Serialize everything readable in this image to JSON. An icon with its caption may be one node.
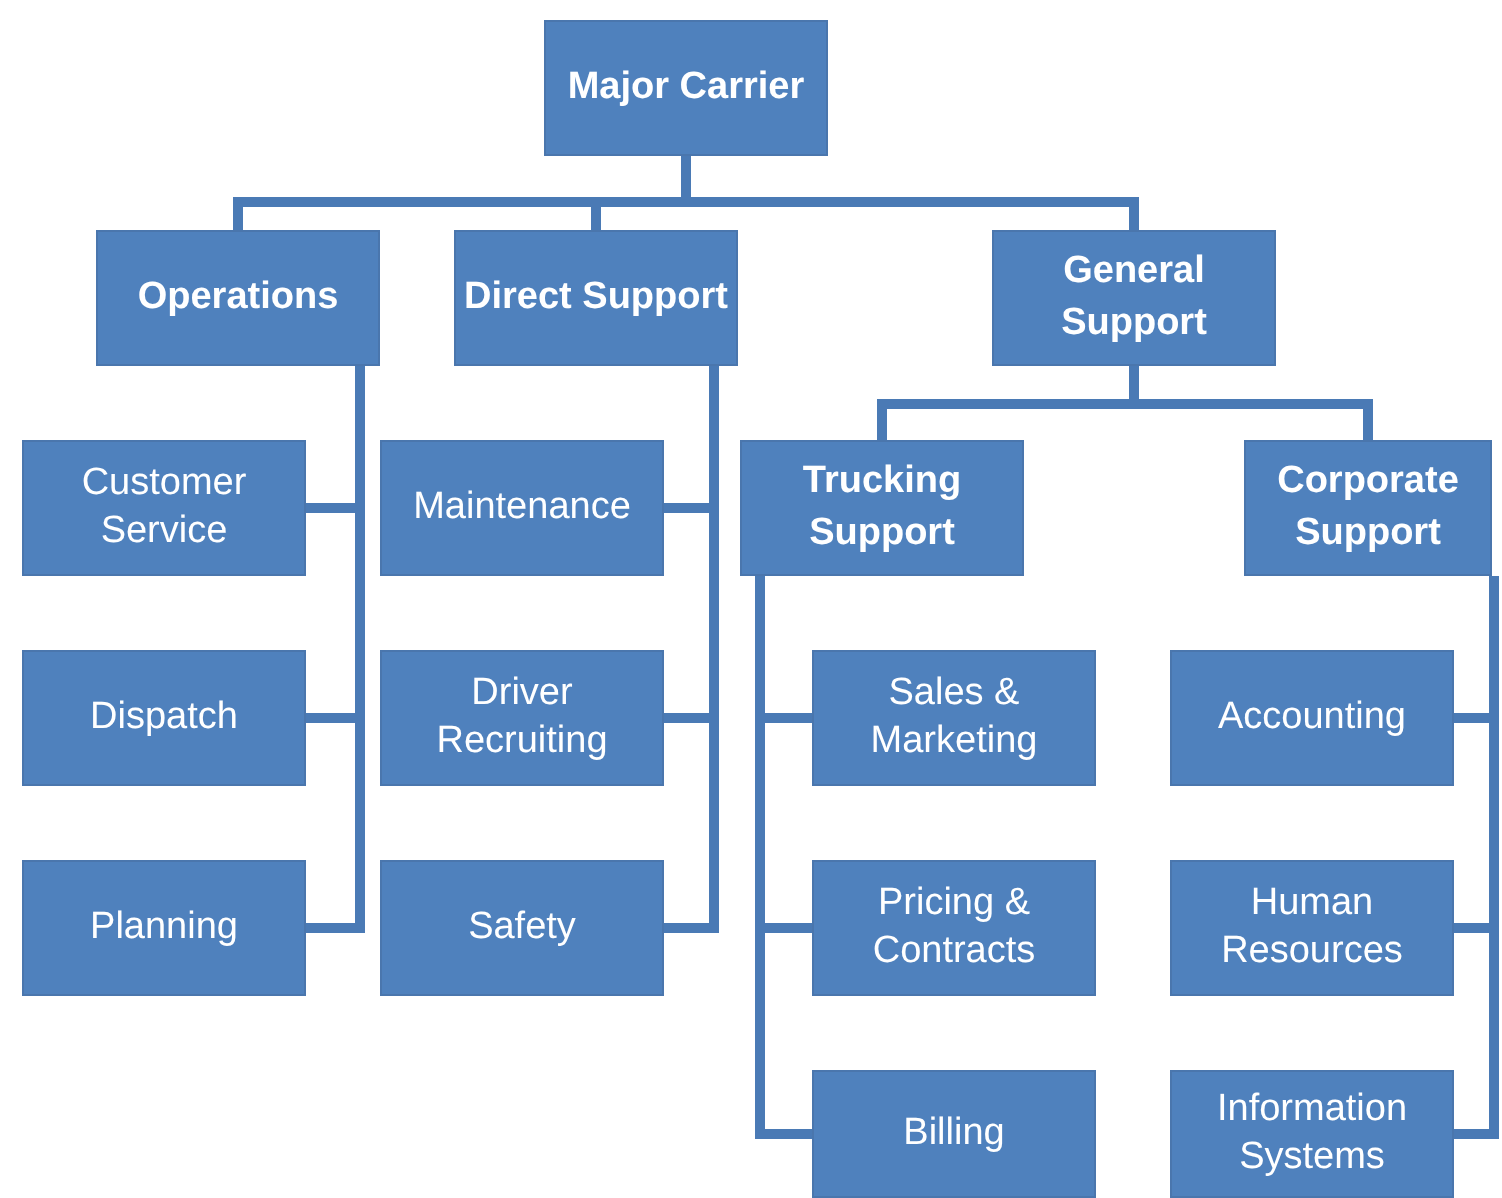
{
  "diagram": {
    "nodes": [
      {
        "text": [
          "Major Carrier"
        ]
      },
      {
        "text": [
          "Operations"
        ]
      },
      {
        "text": [
          "Direct Support"
        ]
      },
      {
        "text": [
          "General Support"
        ]
      },
      {
        "text": [
          "Customer Service"
        ]
      },
      {
        "text": [
          "Maintenance"
        ]
      },
      {
        "text": [
          "Trucking Support"
        ]
      },
      {
        "text": [
          "Corporate Support"
        ]
      },
      {
        "text": [
          "Dispatch"
        ]
      },
      {
        "text": [
          "Driver Recruiting"
        ]
      },
      {
        "text": [
          "Sales & Marketing"
        ]
      },
      {
        "text": [
          "Accounting"
        ]
      },
      {
        "text": [
          "Planning"
        ]
      },
      {
        "text": [
          "Safety"
        ]
      },
      {
        "text": [
          "Pricing & Contracts"
        ]
      },
      {
        "text": [
          "Human Resources"
        ]
      },
      {
        "text": [
          "Billing"
        ]
      },
      {
        "text": [
          "Information Systems"
        ]
      }
    ],
    "edges": [
      {
        "from": 0,
        "to": 1,
        "arrow": "none"
      },
      {
        "from": 0,
        "to": 2,
        "arrow": "none"
      },
      {
        "from": 0,
        "to": 3,
        "arrow": "none"
      },
      {
        "from": 1,
        "to": 4,
        "arrow": "none"
      },
      {
        "from": 1,
        "to": 8,
        "arrow": "none"
      },
      {
        "from": 1,
        "to": 12,
        "arrow": "none"
      },
      {
        "from": 2,
        "to": 5,
        "arrow": "none"
      },
      {
        "from": 2,
        "to": 9,
        "arrow": "none"
      },
      {
        "from": 2,
        "to": 13,
        "arrow": "none"
      },
      {
        "from": 3,
        "to": 6,
        "arrow": "none"
      },
      {
        "from": 3,
        "to": 7,
        "arrow": "none"
      },
      {
        "from": 6,
        "to": 10,
        "arrow": "none"
      },
      {
        "from": 6,
        "to": 14,
        "arrow": "none"
      },
      {
        "from": 6,
        "to": 16,
        "arrow": "none"
      },
      {
        "from": 7,
        "to": 11,
        "arrow": "none"
      },
      {
        "from": 7,
        "to": 15,
        "arrow": "none"
      },
      {
        "from": 7,
        "to": 17,
        "arrow": "none"
      }
    ]
  }
}
